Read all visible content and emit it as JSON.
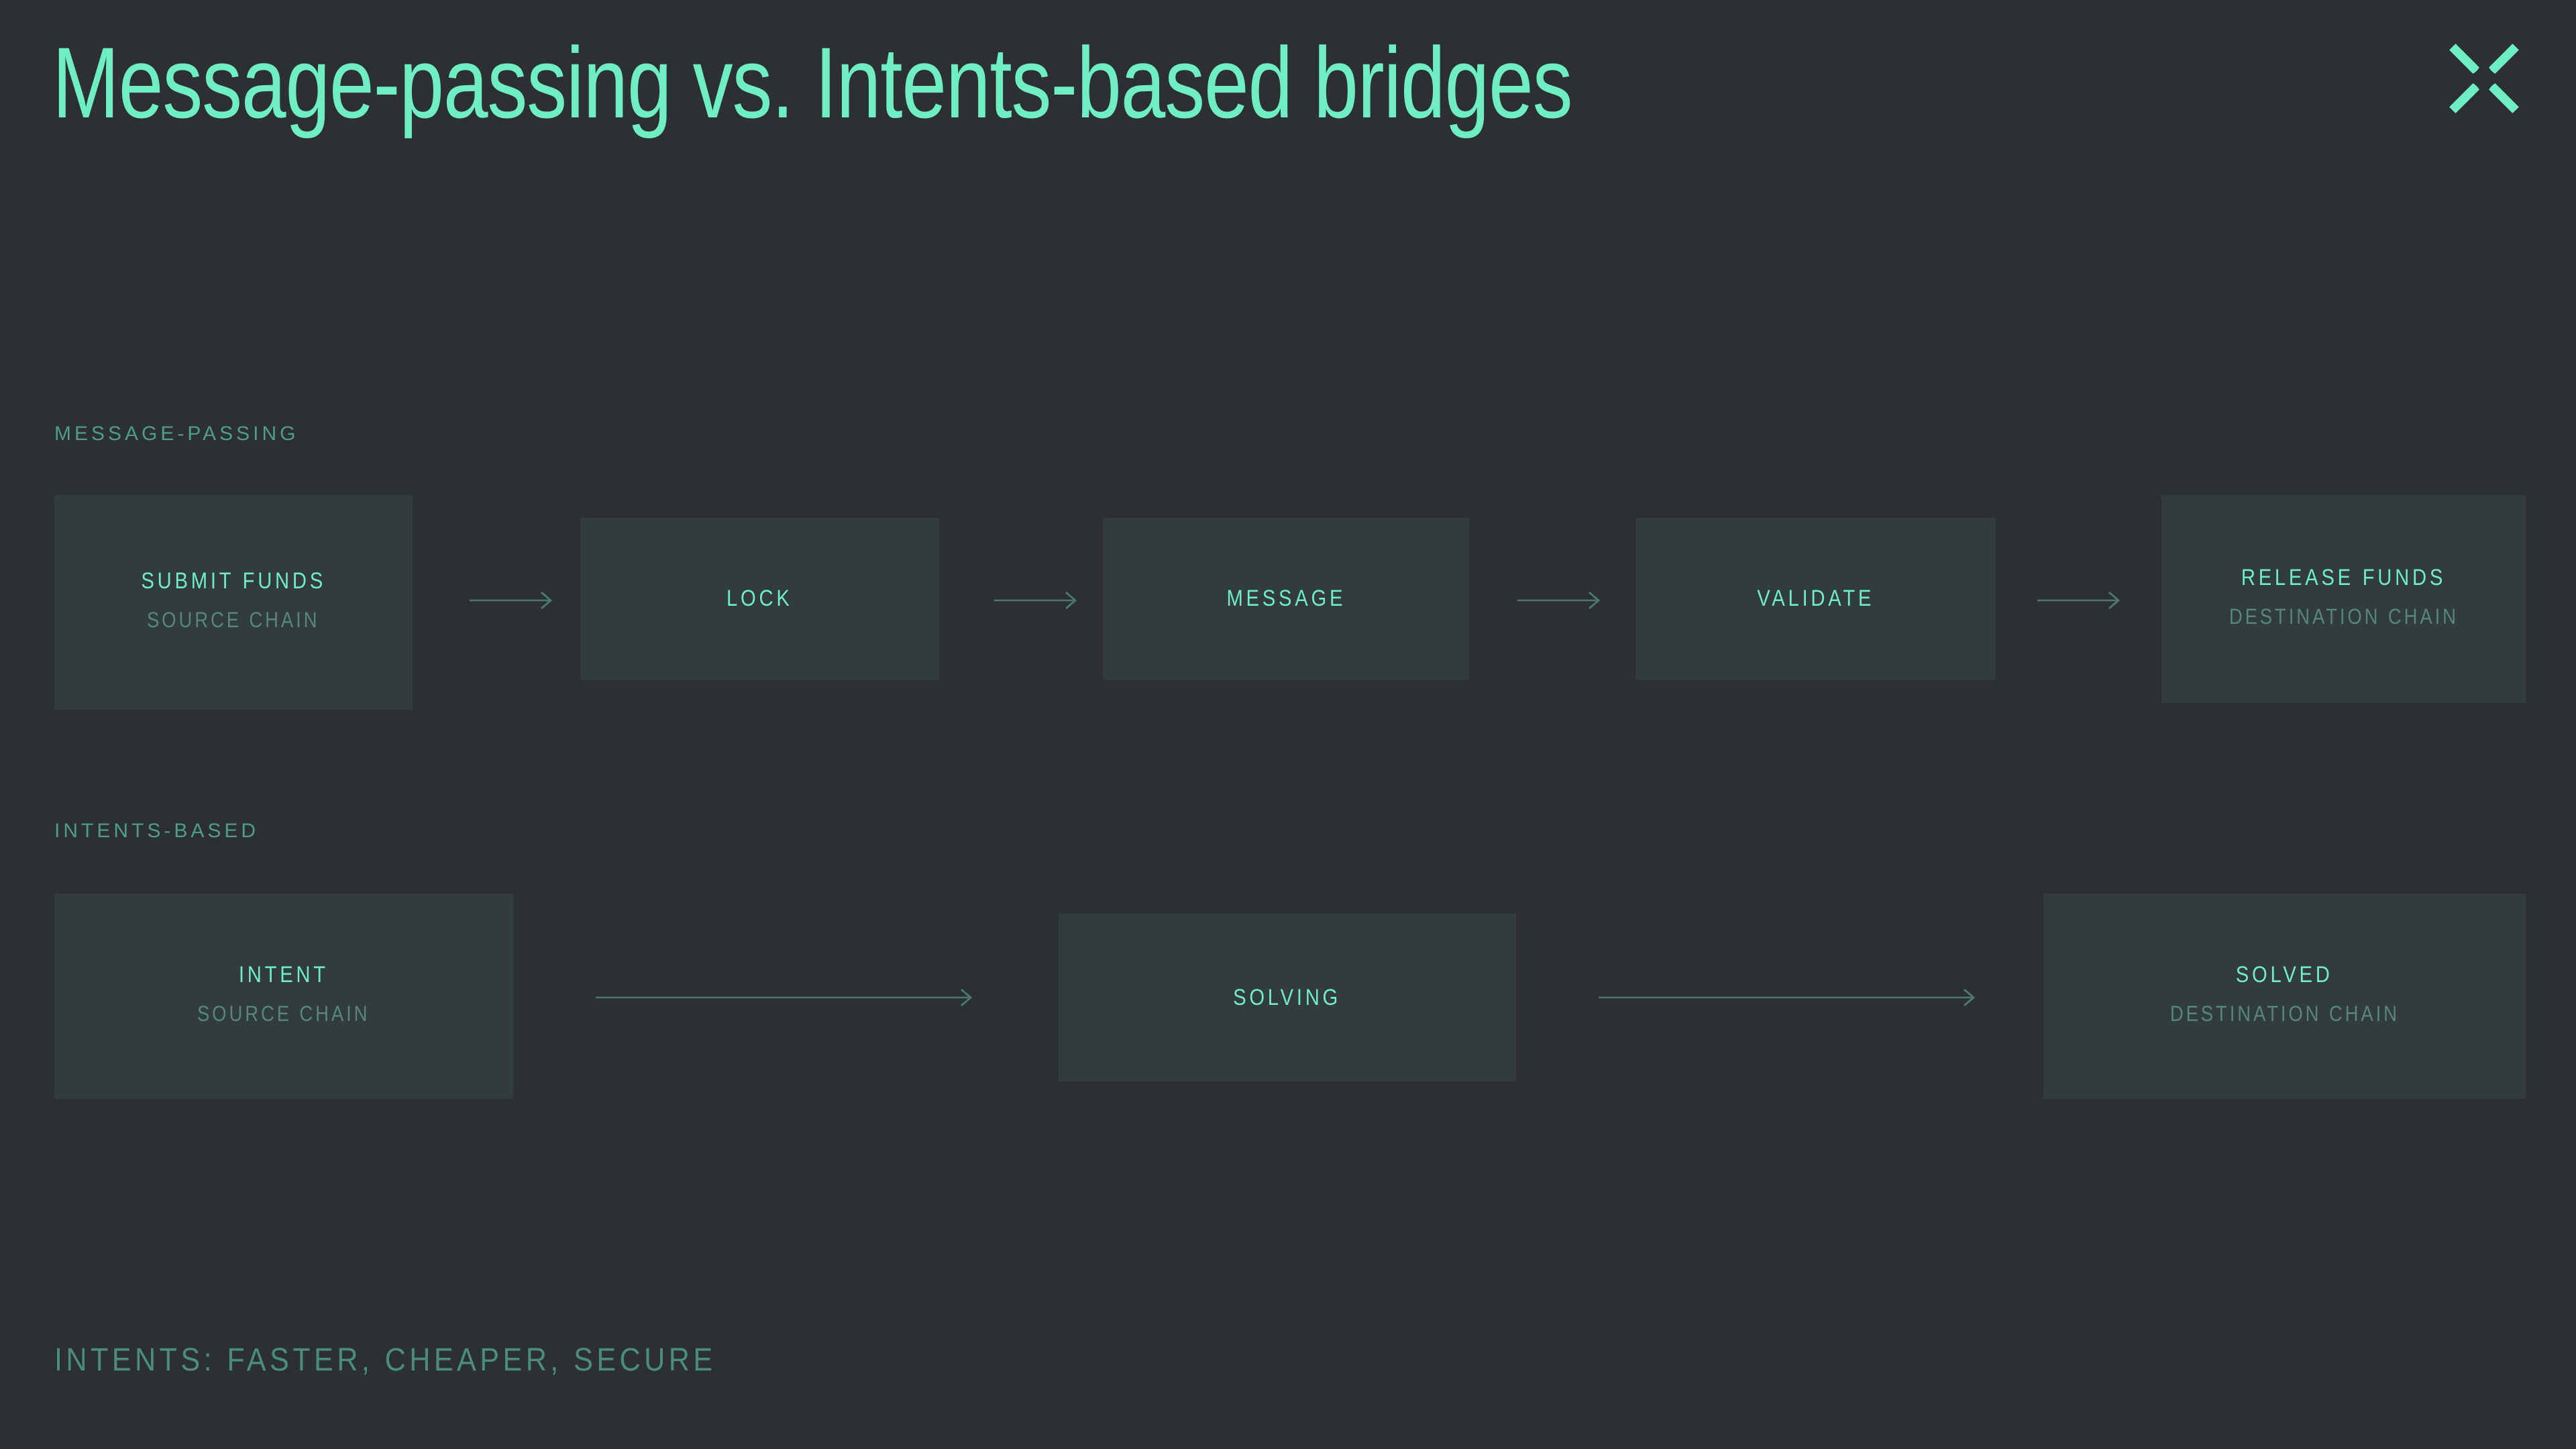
{
  "header": {
    "title": "Message-passing vs. Intents-based bridges",
    "logo_icon": "x-mark-logo-icon"
  },
  "theme": {
    "background": "#2d3033",
    "node_fill": "#323b3d",
    "accent": "#6feec4",
    "muted_accent": "#4e9e86",
    "sub_text": "#56867c",
    "arrow": "#4b7a71",
    "tagline": "#4b8d7c"
  },
  "sections": [
    {
      "id": "message-passing",
      "label": "MESSAGE-PASSING",
      "nodes": [
        {
          "title": "SUBMIT FUNDS",
          "sub": "SOURCE CHAIN"
        },
        {
          "title": "LOCK",
          "sub": ""
        },
        {
          "title": "MESSAGE",
          "sub": ""
        },
        {
          "title": "VALIDATE",
          "sub": ""
        },
        {
          "title": "RELEASE FUNDS",
          "sub": "DESTINATION CHAIN"
        }
      ]
    },
    {
      "id": "intents-based",
      "label": "INTENTS-BASED",
      "nodes": [
        {
          "title": "INTENT",
          "sub": "SOURCE CHAIN"
        },
        {
          "title": "SOLVING",
          "sub": ""
        },
        {
          "title": "SOLVED",
          "sub": "DESTINATION CHAIN"
        }
      ]
    }
  ],
  "footer": {
    "tagline": "INTENTS: FASTER, CHEAPER, SECURE"
  }
}
